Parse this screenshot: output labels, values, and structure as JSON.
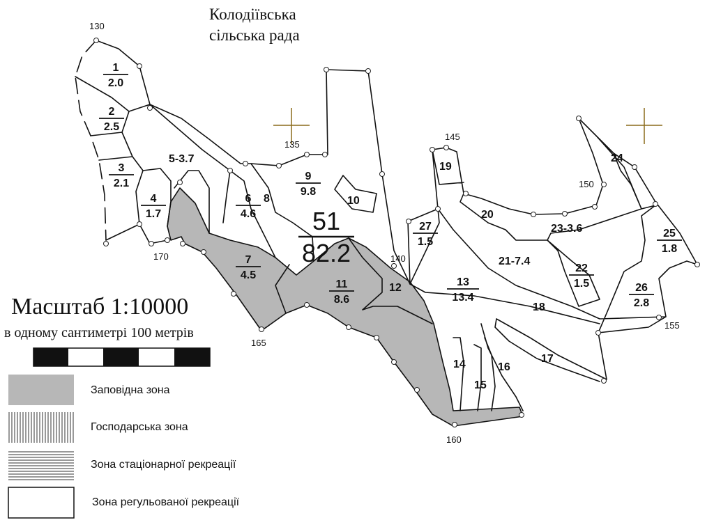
{
  "header": {
    "council_line1": "Колодіївська",
    "council_line2": "сільська рада"
  },
  "scale": {
    "title": "Масштаб  1:10000",
    "subtitle": "в одному сантиметрі 100 метрів"
  },
  "quarter": {
    "number": "51",
    "area": "82.2"
  },
  "parcels": [
    {
      "id": "1",
      "num": "1",
      "area": "2.0"
    },
    {
      "id": "2",
      "num": "2",
      "area": "2.5"
    },
    {
      "id": "3",
      "num": "3",
      "area": "2.1"
    },
    {
      "id": "4",
      "num": "4",
      "area": "1.7"
    },
    {
      "id": "6",
      "num": "6",
      "area": "4.6"
    },
    {
      "id": "7",
      "num": "7",
      "area": "4.5"
    },
    {
      "id": "9",
      "num": "9",
      "area": "9.8"
    },
    {
      "id": "11",
      "num": "11",
      "area": "8.6"
    },
    {
      "id": "13",
      "num": "13",
      "area": "13.4"
    },
    {
      "id": "22",
      "num": "22",
      "area": "1.5"
    },
    {
      "id": "25",
      "num": "25",
      "area": "1.8"
    },
    {
      "id": "26",
      "num": "26",
      "area": "2.8"
    },
    {
      "id": "27",
      "num": "27",
      "area": "1.5"
    }
  ],
  "single_labels": [
    {
      "id": "5",
      "text": "5-3.7"
    },
    {
      "id": "8",
      "text": "8"
    },
    {
      "id": "10",
      "text": "10"
    },
    {
      "id": "12",
      "text": "12"
    },
    {
      "id": "14",
      "text": "14"
    },
    {
      "id": "15",
      "text": "15"
    },
    {
      "id": "16",
      "text": "16"
    },
    {
      "id": "17",
      "text": "17"
    },
    {
      "id": "18",
      "text": "18"
    },
    {
      "id": "19",
      "text": "19"
    },
    {
      "id": "20",
      "text": "20"
    },
    {
      "id": "21",
      "text": "21-7.4"
    },
    {
      "id": "23",
      "text": "23-3.6"
    },
    {
      "id": "24",
      "text": "24"
    }
  ],
  "boundary_points": [
    "130",
    "135",
    "140",
    "145",
    "150",
    "155",
    "160",
    "165",
    "170"
  ],
  "legend": [
    {
      "label": "Заповідна зона",
      "pattern": "gray"
    },
    {
      "label": "Господарська зона",
      "pattern": "vertical-lines"
    },
    {
      "label": "Зона стаціонарної рекреації",
      "pattern": "horizontal-lines"
    },
    {
      "label": "Зона регульованої рекреації",
      "pattern": "blank"
    }
  ],
  "colors": {
    "reserve_fill": "#b7b7b7",
    "cross_marker": "#8a6a1a"
  }
}
